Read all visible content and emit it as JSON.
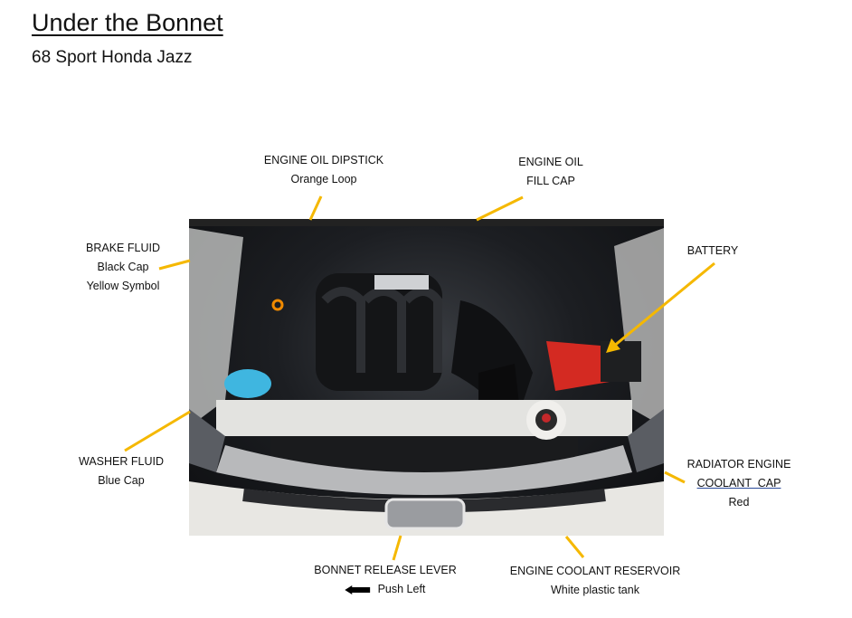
{
  "document": {
    "title": "Under the Bonnet",
    "subtitle": "68 Sport Honda Jazz"
  },
  "labels": {
    "dipstick": {
      "line1": "ENGINE OIL DIPSTICK",
      "line2": "Orange Loop"
    },
    "oil_fill": {
      "line1": "ENGINE OIL",
      "line2": "FILL CAP"
    },
    "brake_fluid": {
      "line1": "BRAKE FLUID",
      "line2": "Black Cap",
      "line3": "Yellow Symbol"
    },
    "battery": {
      "line1": "BATTERY"
    },
    "washer_fluid": {
      "line1": "WASHER FLUID",
      "line2": "Blue Cap"
    },
    "radiator": {
      "line1": "RADIATOR ENGINE",
      "line2": "COOLANT  CAP",
      "line3": "Red"
    },
    "bonnet_release": {
      "line1": "BONNET RELEASE LEVER",
      "line2": "Push Left"
    },
    "coolant_reservoir": {
      "line1": "ENGINE COOLANT RESERVOIR",
      "line2": "White plastic tank"
    }
  },
  "colors": {
    "leader_line": "#f5b800",
    "coolant_cap": "#d42a22",
    "washer_cap": "#3fb6e0"
  }
}
